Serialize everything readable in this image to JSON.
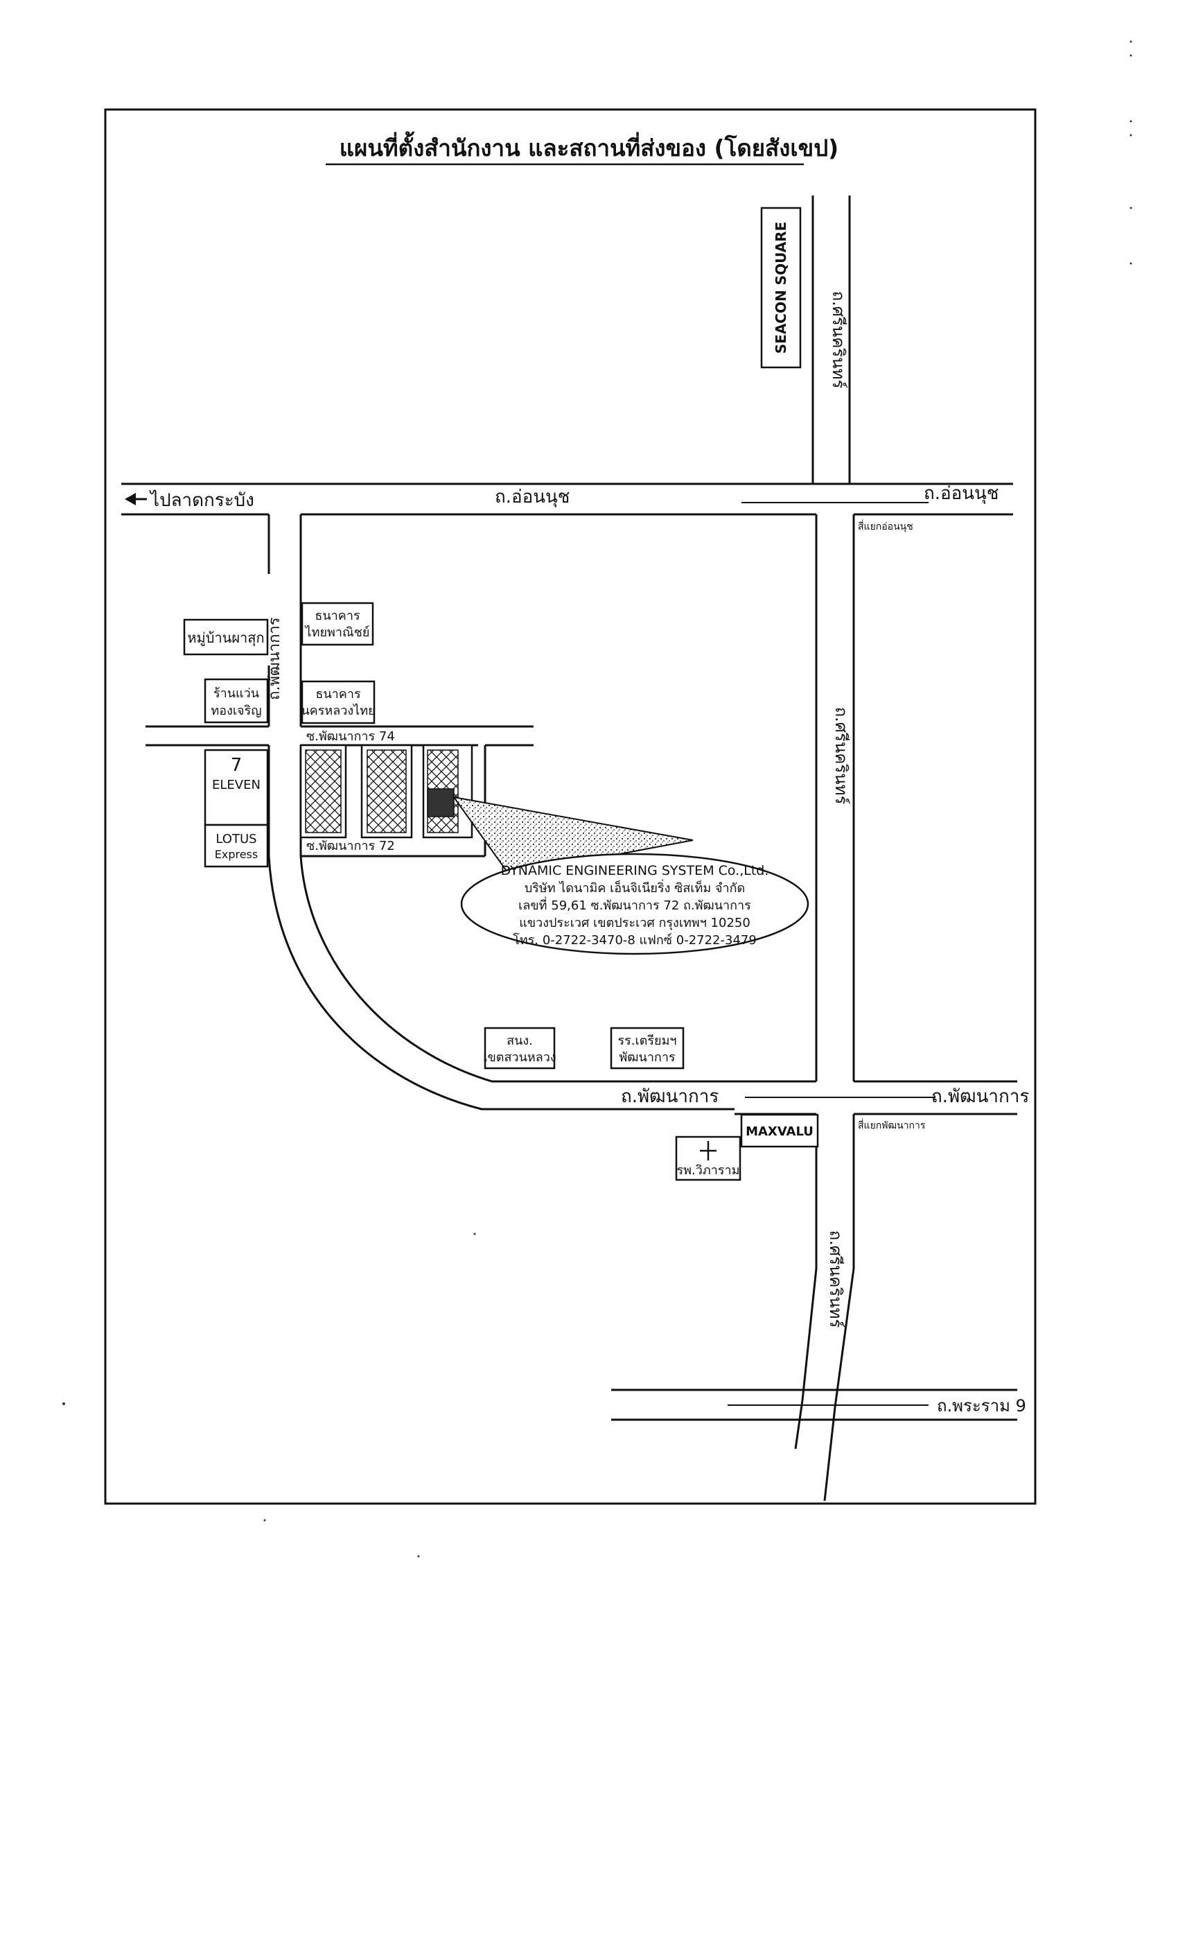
{
  "title": "แผนที่ตั้งสำนักงาน และสถานที่ส่งของ (โดยสังเขป)",
  "roads": {
    "on_nut_left": "ถ.อ่อนนุช",
    "on_nut_right": "ถ.อ่อนนุช",
    "to_lat_krabang": "ไปลาดกระบัง",
    "srinakarin_top": "ถ.ศรีนครินทร์",
    "srinakarin_mid": "ถ.ศรีนครินทร์",
    "srinakarin_bottom": "ถ.ศรีนครินทร์",
    "phatthanakan_vertical": "ถ.พัฒนาการ",
    "soi_74": "ซ.พัฒนาการ 74",
    "soi_72": "ซ.พัฒนาการ 72",
    "phatthanakan_bottom": "ถ.พัฒนาการ",
    "phatthanakan_right": "ถ.พัฒนาการ",
    "rama9": "ถ.พระราม 9",
    "intersection_on_nut": "สี่แยกอ่อนนุช",
    "intersection_phatthanakan": "สี่แยกพัฒนาการ"
  },
  "places": {
    "seacon": "SEACON SQUARE",
    "village": "หมู่บ้านผาสุก",
    "bank_scb_1": "ธนาคาร",
    "bank_scb_2": "ไทยพาณิชย์",
    "shop_1": "ร้านแว่น",
    "shop_2": "ทองเจริญ",
    "bank_ktb_1": "ธนาคาร",
    "bank_ktb_2": "นครหลวงไทย",
    "seven_num": "7",
    "seven_txt": "ELEVEN",
    "lotus_1": "LOTUS",
    "lotus_2": "Express",
    "district_1": "สนง.",
    "district_2": "เขตสวนหลวง",
    "school_1": "รร.เตรียมฯ",
    "school_2": "พัฒนาการ",
    "maxvalu": "MAXVALU",
    "hospital": "รพ.วิภาราม"
  },
  "company": {
    "name_en": "DYNAMIC ENGINEERING SYSTEM Co.,Ltd.",
    "name_th": "บริษัท ไดนามิค เอ็นจิเนียริ่ง ซิสเท็ม จำกัด",
    "address_1": "เลขที่ 59,61 ซ.พัฒนาการ 72 ถ.พัฒนาการ",
    "address_2": "แขวงประเวศ เขตประเวศ กรุงเทพฯ 10250",
    "contact": "โทร. 0-2722-3470-8 แฟกซ์ 0-2722-3479"
  }
}
